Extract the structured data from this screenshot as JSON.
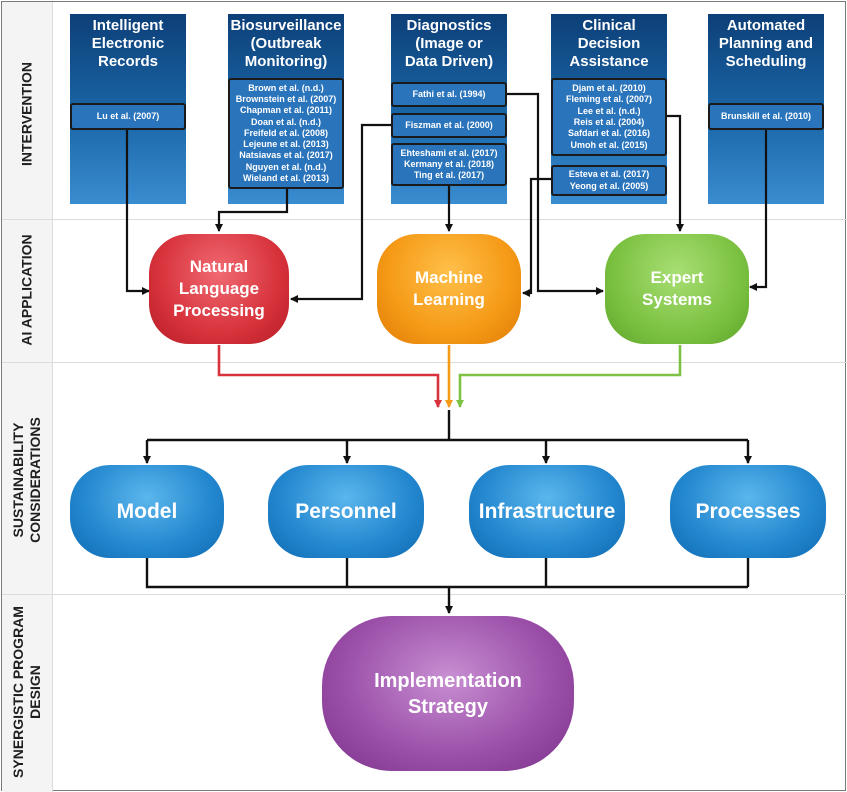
{
  "rows": {
    "intervention": "INTERVENTION",
    "ai_application": "AI APPLICATION",
    "sustainability_1": "SUSTAINABILITY",
    "sustainability_2": "CONSIDERATIONS",
    "synergistic_1": "SYNERGISTIC PROGRAM",
    "synergistic_2": "DESIGN"
  },
  "interventions": [
    {
      "title": [
        "Intelligent",
        "Electronic",
        "Records"
      ]
    },
    {
      "title": [
        "Biosurveillance",
        "(Outbreak",
        "Monitoring)"
      ]
    },
    {
      "title": [
        "Diagnostics",
        "(Image or",
        "Data Driven)"
      ]
    },
    {
      "title": [
        "Clinical",
        "Decision",
        "Assistance"
      ]
    },
    {
      "title": [
        "Automated",
        "Planning and",
        "Scheduling"
      ]
    }
  ],
  "refs": {
    "records": [
      "Lu et al. (2007)"
    ],
    "bio": [
      "Brown et al. (n.d.)",
      "Brownstein et al. (2007)",
      "Chapman et al. (2011)",
      "Doan et al. (n.d.)",
      "Freifeld et al. (2008)",
      "Lejeune et al. (2013)",
      "Natsiavas et al. (2017)",
      "Nguyen et al. (n.d.)",
      "Wieland et al. (2013)"
    ],
    "diag_a": [
      "Fathi  et al. (1994)"
    ],
    "diag_b": [
      "Fiszman et al. (2000)"
    ],
    "diag_c": [
      "Ehteshami et al. (2017)",
      "Kermany et al. (2018)",
      "Ting et al. (2017)"
    ],
    "clin_a": [
      "Djam et al. (2010)",
      "Fleming et al. (2007)",
      "Lee et al. (n.d.)",
      "Reis et al. (2004)",
      "Safdari et al. (2016)",
      "Umoh et al. (2015)"
    ],
    "clin_b": [
      "Esteva et al. (2017)",
      "Yeong et al. (2005)"
    ],
    "sched": [
      "Brunskill et al. (2010)"
    ]
  },
  "ai": {
    "nlp": [
      "Natural",
      "Language",
      "Processing"
    ],
    "ml": [
      "Machine",
      "Learning"
    ],
    "es": [
      "Expert",
      "Systems"
    ]
  },
  "considerations": [
    "Model",
    "Personnel",
    "Infrastructure",
    "Processes"
  ],
  "implementation": [
    "Implementation",
    "Strategy"
  ],
  "colors": {
    "nlp": "#d8333c",
    "ml": "#f59a17",
    "es": "#7dc243",
    "sustainability": "#2387cf",
    "implementation": "#9a4ea8",
    "intervention": "#1a67a8"
  }
}
